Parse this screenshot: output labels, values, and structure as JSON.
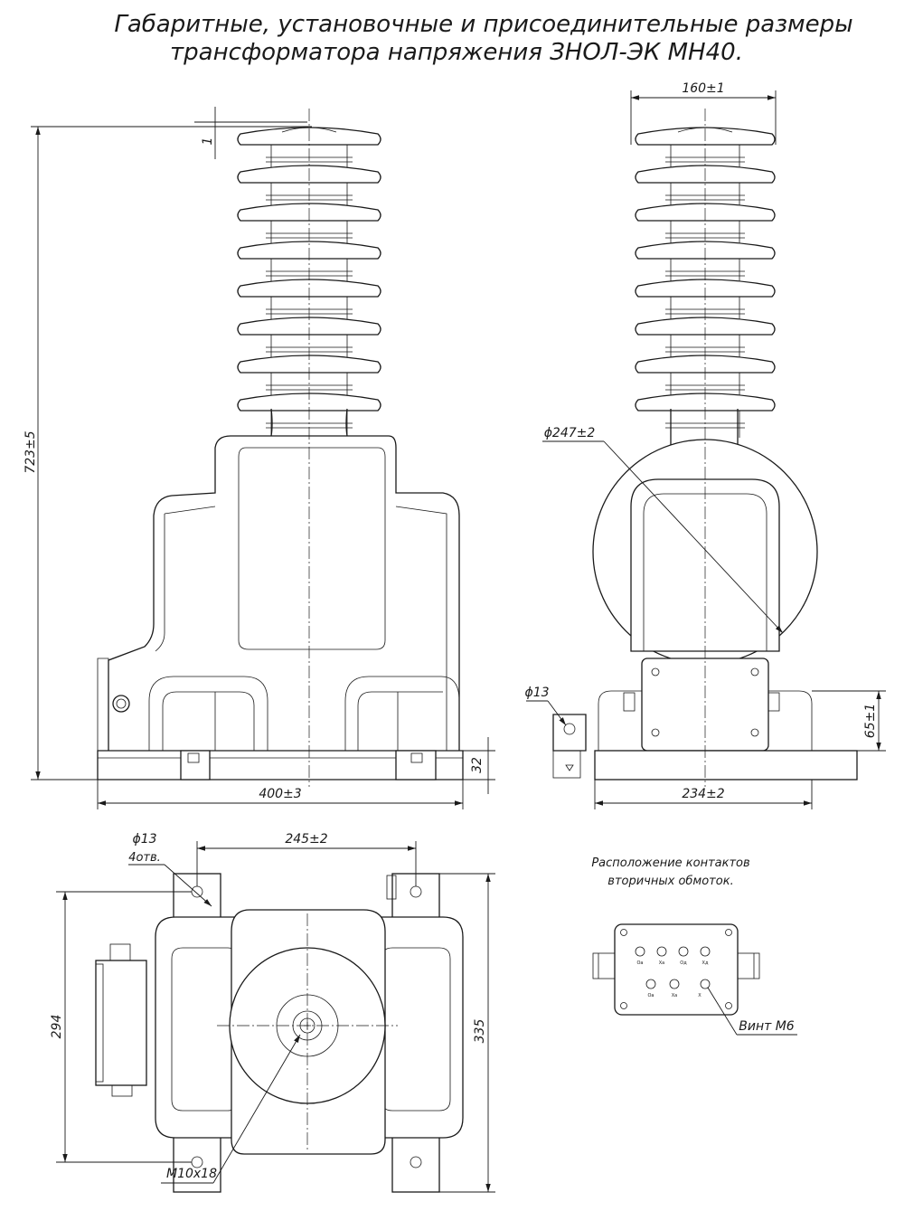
{
  "title": {
    "line1": "Габаритные, установочные и присоединительные размеры",
    "line2": "трансформатора напряжения ЗНОЛ-ЭК МН40."
  },
  "front_view": {
    "dim_height": "723±5",
    "dim_gap": "1",
    "dim_width": "400±3",
    "dim_base": "32"
  },
  "side_view": {
    "dim_top_width": "160±1",
    "dim_diameter": "ϕ247±2",
    "dim_hole": "ϕ13",
    "dim_box": "65±1",
    "dim_width": "234±2"
  },
  "top_view": {
    "dim_hole": "ϕ13",
    "dim_holes_count": "4отв.",
    "dim_spacing": "245±2",
    "dim_inner": "294",
    "dim_outer": "335",
    "thread_label": "M10x18"
  },
  "contacts": {
    "caption_line1": "Расположение контактов",
    "caption_line2": "вторичных обмоток.",
    "screw_label": "Винт М6",
    "terminals_top": [
      "Oa",
      "Xa",
      "Oд",
      "Xд"
    ],
    "terminals_bottom": [
      "Oa",
      "Xa",
      "X"
    ]
  },
  "colors": {
    "ink": "#1a1a1a",
    "paper": "#ffffff"
  }
}
